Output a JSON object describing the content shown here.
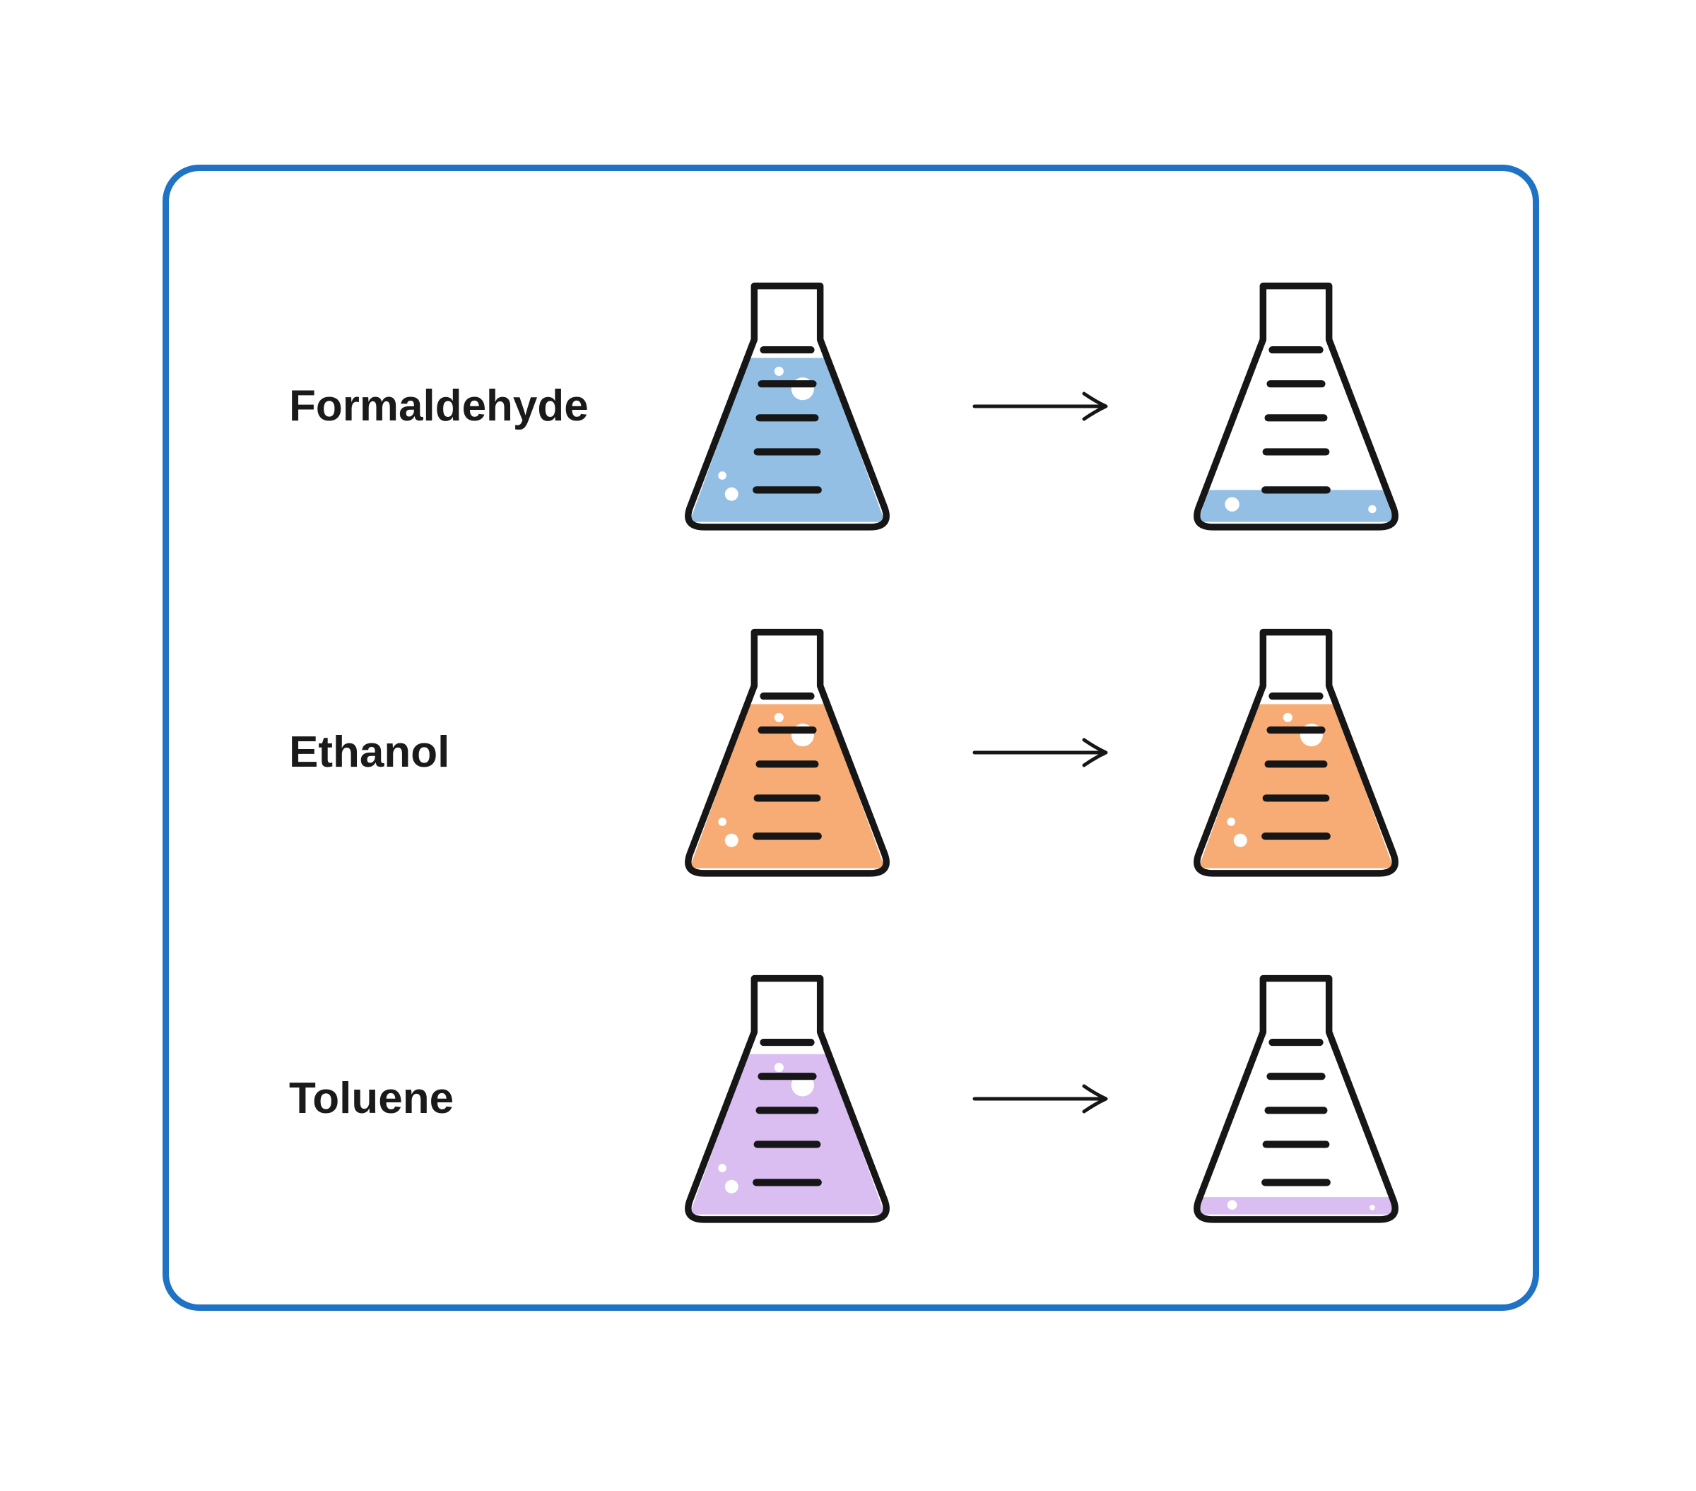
{
  "diagram": {
    "card_border_color": "#2073C4",
    "ink_color": "#161616",
    "label_color": "#1A1A1A",
    "background_color": "#FFFFFF",
    "rows": [
      {
        "label": "Formaldehyde",
        "liquid_color": "#93BFE5",
        "before_level": 0.9,
        "after_level": 0.18
      },
      {
        "label": "Ethanol",
        "liquid_color": "#F6AC74",
        "before_level": 0.9,
        "after_level": 0.9
      },
      {
        "label": "Toluene",
        "liquid_color": "#DABEF1",
        "before_level": 0.88,
        "after_level": 0.1
      }
    ]
  }
}
